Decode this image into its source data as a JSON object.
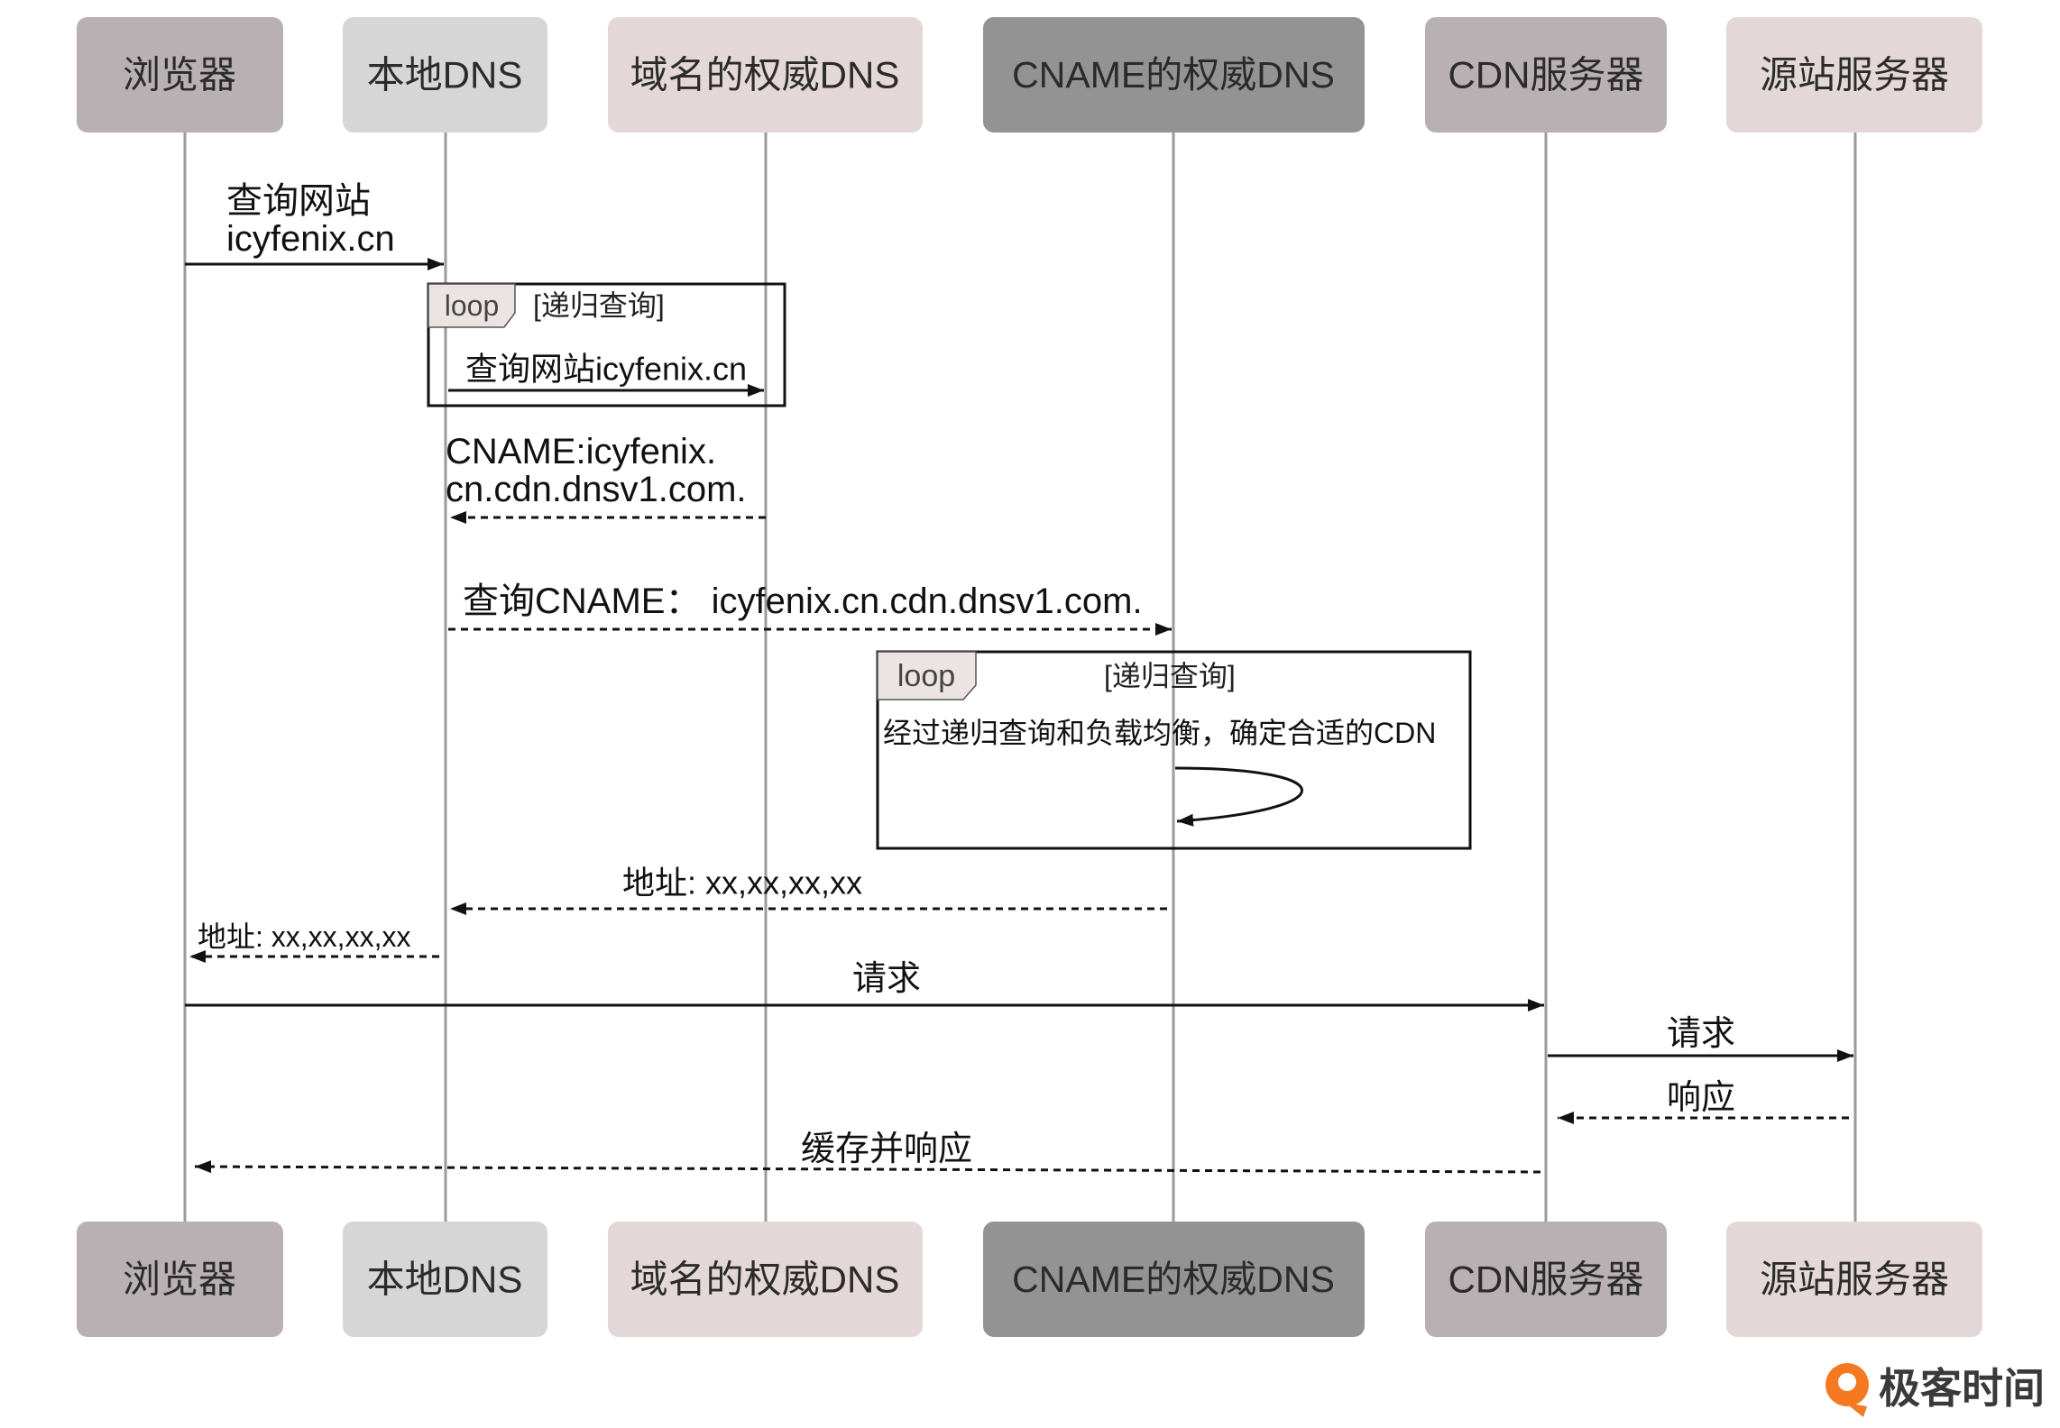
{
  "participants": [
    {
      "label": "浏览器",
      "color": "#b8b0b2"
    },
    {
      "label": "本地DNS",
      "color": "#d6d6d6"
    },
    {
      "label": "域名的权威DNS",
      "color": "#e4d7d8"
    },
    {
      "label": "CNAME的权威DNS",
      "color": "#939393"
    },
    {
      "label": "CDN服务器",
      "color": "#b8b0b2"
    },
    {
      "label": "源站服务器",
      "color": "#e4d7d8"
    }
  ],
  "loops": [
    {
      "keyword": "loop",
      "condition": "[递归查询]"
    },
    {
      "keyword": "loop",
      "condition": "[递归查询]"
    }
  ],
  "messages": [
    {
      "lines": [
        "查询网站",
        "icyfenix.cn"
      ]
    },
    {
      "label": "查询网站icyfenix.cn"
    },
    {
      "lines": [
        "CNAME:icyfenix.",
        "cn.cdn.dnsv1.com."
      ]
    },
    {
      "label": "查询CNAME： icyfenix.cn.cdn.dnsv1.com."
    },
    {
      "label": "经过递归查询和负载均衡，确定合适的CDN"
    },
    {
      "label": "地址: xx,xx,xx,xx"
    },
    {
      "label": "地址: xx,xx,xx,xx"
    },
    {
      "label": "请求"
    },
    {
      "label": "请求"
    },
    {
      "label": "响应"
    },
    {
      "label": "缓存并响应"
    }
  ],
  "logo": {
    "icon": "geektime-logo-icon",
    "text": "极客时间",
    "brand_color": "#f47920"
  }
}
